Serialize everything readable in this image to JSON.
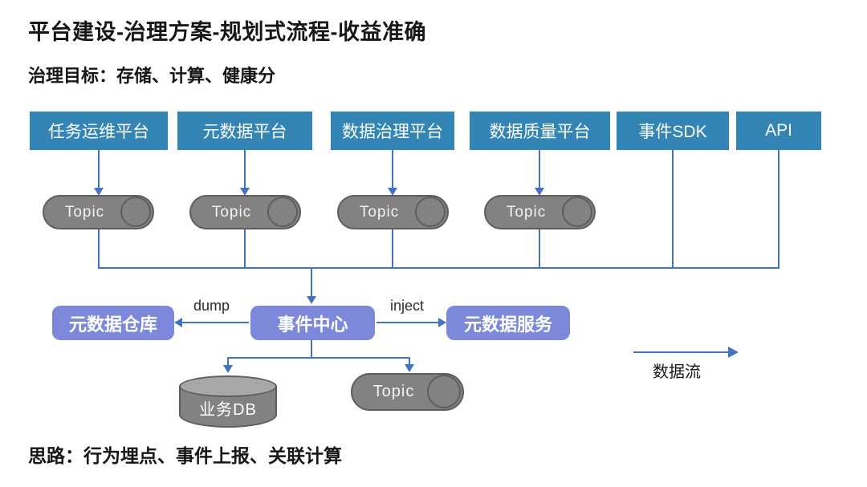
{
  "title": "平台建设-治理方案-规划式流程-收益准确",
  "subtitle": "治理目标：存储、计算、健康分",
  "footer": "思路：行为埋点、事件上报、关联计算",
  "platforms": [
    {
      "label": "任务运维平台"
    },
    {
      "label": "元数据平台"
    },
    {
      "label": "数据治理平台"
    },
    {
      "label": "数据质量平台"
    },
    {
      "label": "事件SDK"
    },
    {
      "label": "API"
    }
  ],
  "topic_label": "Topic",
  "hub": {
    "warehouse": "元数据仓库",
    "center": "事件中心",
    "service": "元数据服务",
    "dump_label": "dump",
    "inject_label": "inject"
  },
  "sinks": {
    "db": "业务DB",
    "topic": "Topic"
  },
  "legend": {
    "label": "数据流"
  },
  "colors": {
    "platform_fill": "#3285b5",
    "hub_fill": "#7c89da",
    "shape_gray": "#828282",
    "shape_border": "#5e5e5e",
    "connector": "#4472c4",
    "db_top": "#a8a8a8"
  }
}
